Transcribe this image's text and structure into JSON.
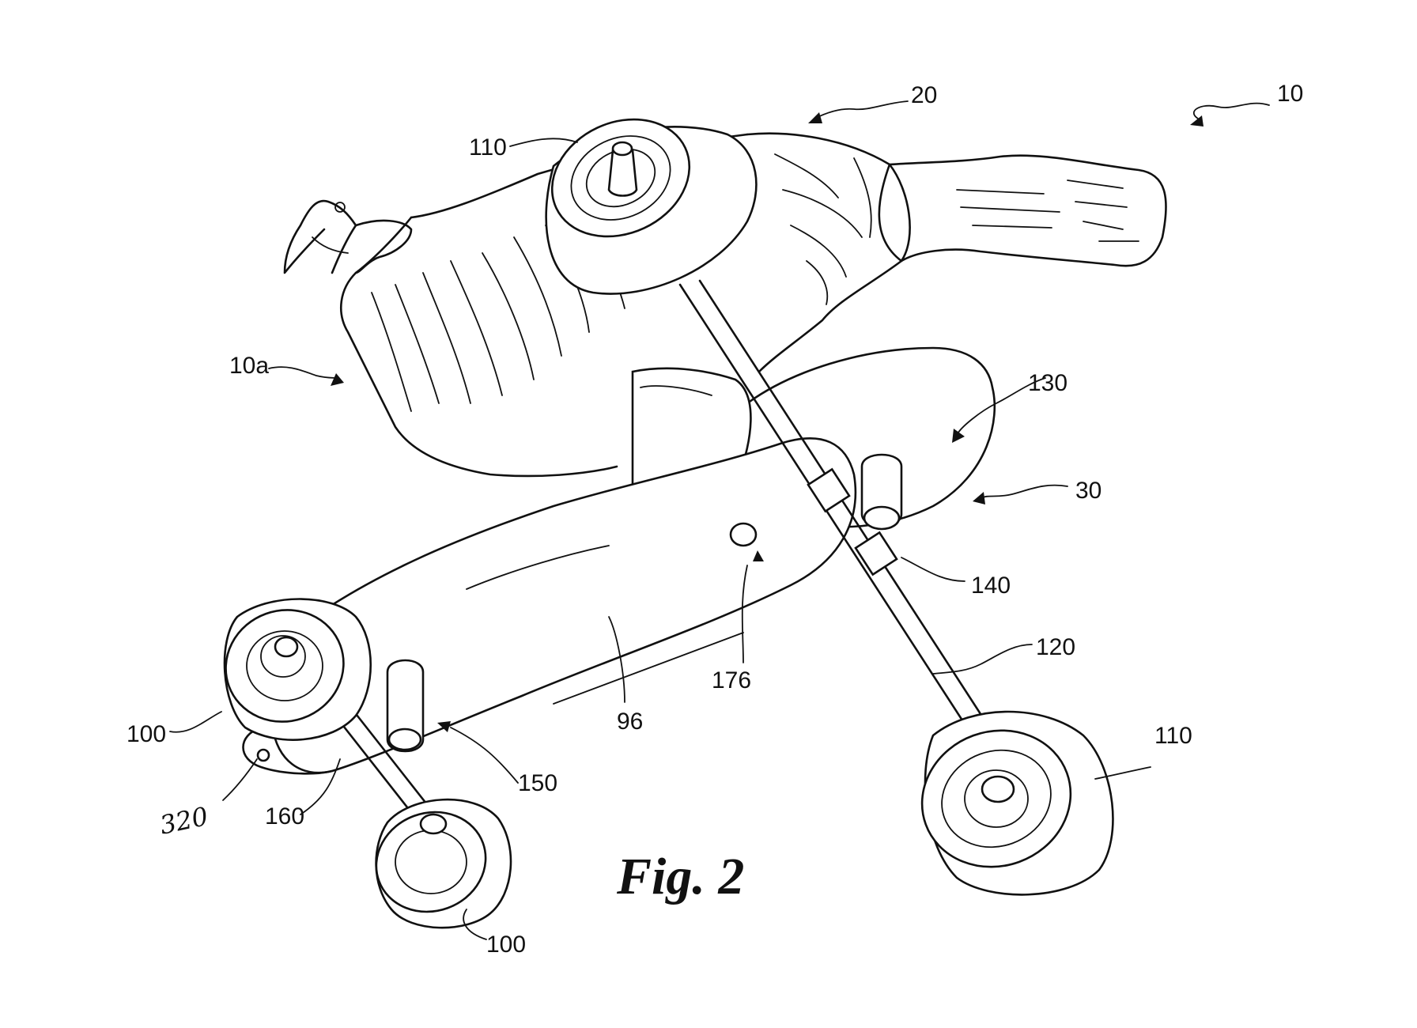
{
  "figure": {
    "caption": "Fig. 2"
  },
  "reference_labels": {
    "device": "10",
    "decoy_head_end": "10a",
    "decoy_body": "20",
    "base": "30",
    "board": "96",
    "front_wheel_left": "100",
    "front_wheel_right": "100",
    "rear_wheel_top": "110",
    "rear_wheel_bottom": "110",
    "rear_axle": "120",
    "board_tail": "130",
    "rear_axle_mount": "140",
    "front_axle_mount": "150",
    "front_axle": "160",
    "board_hole": "176",
    "tow_eyelet": "320"
  }
}
